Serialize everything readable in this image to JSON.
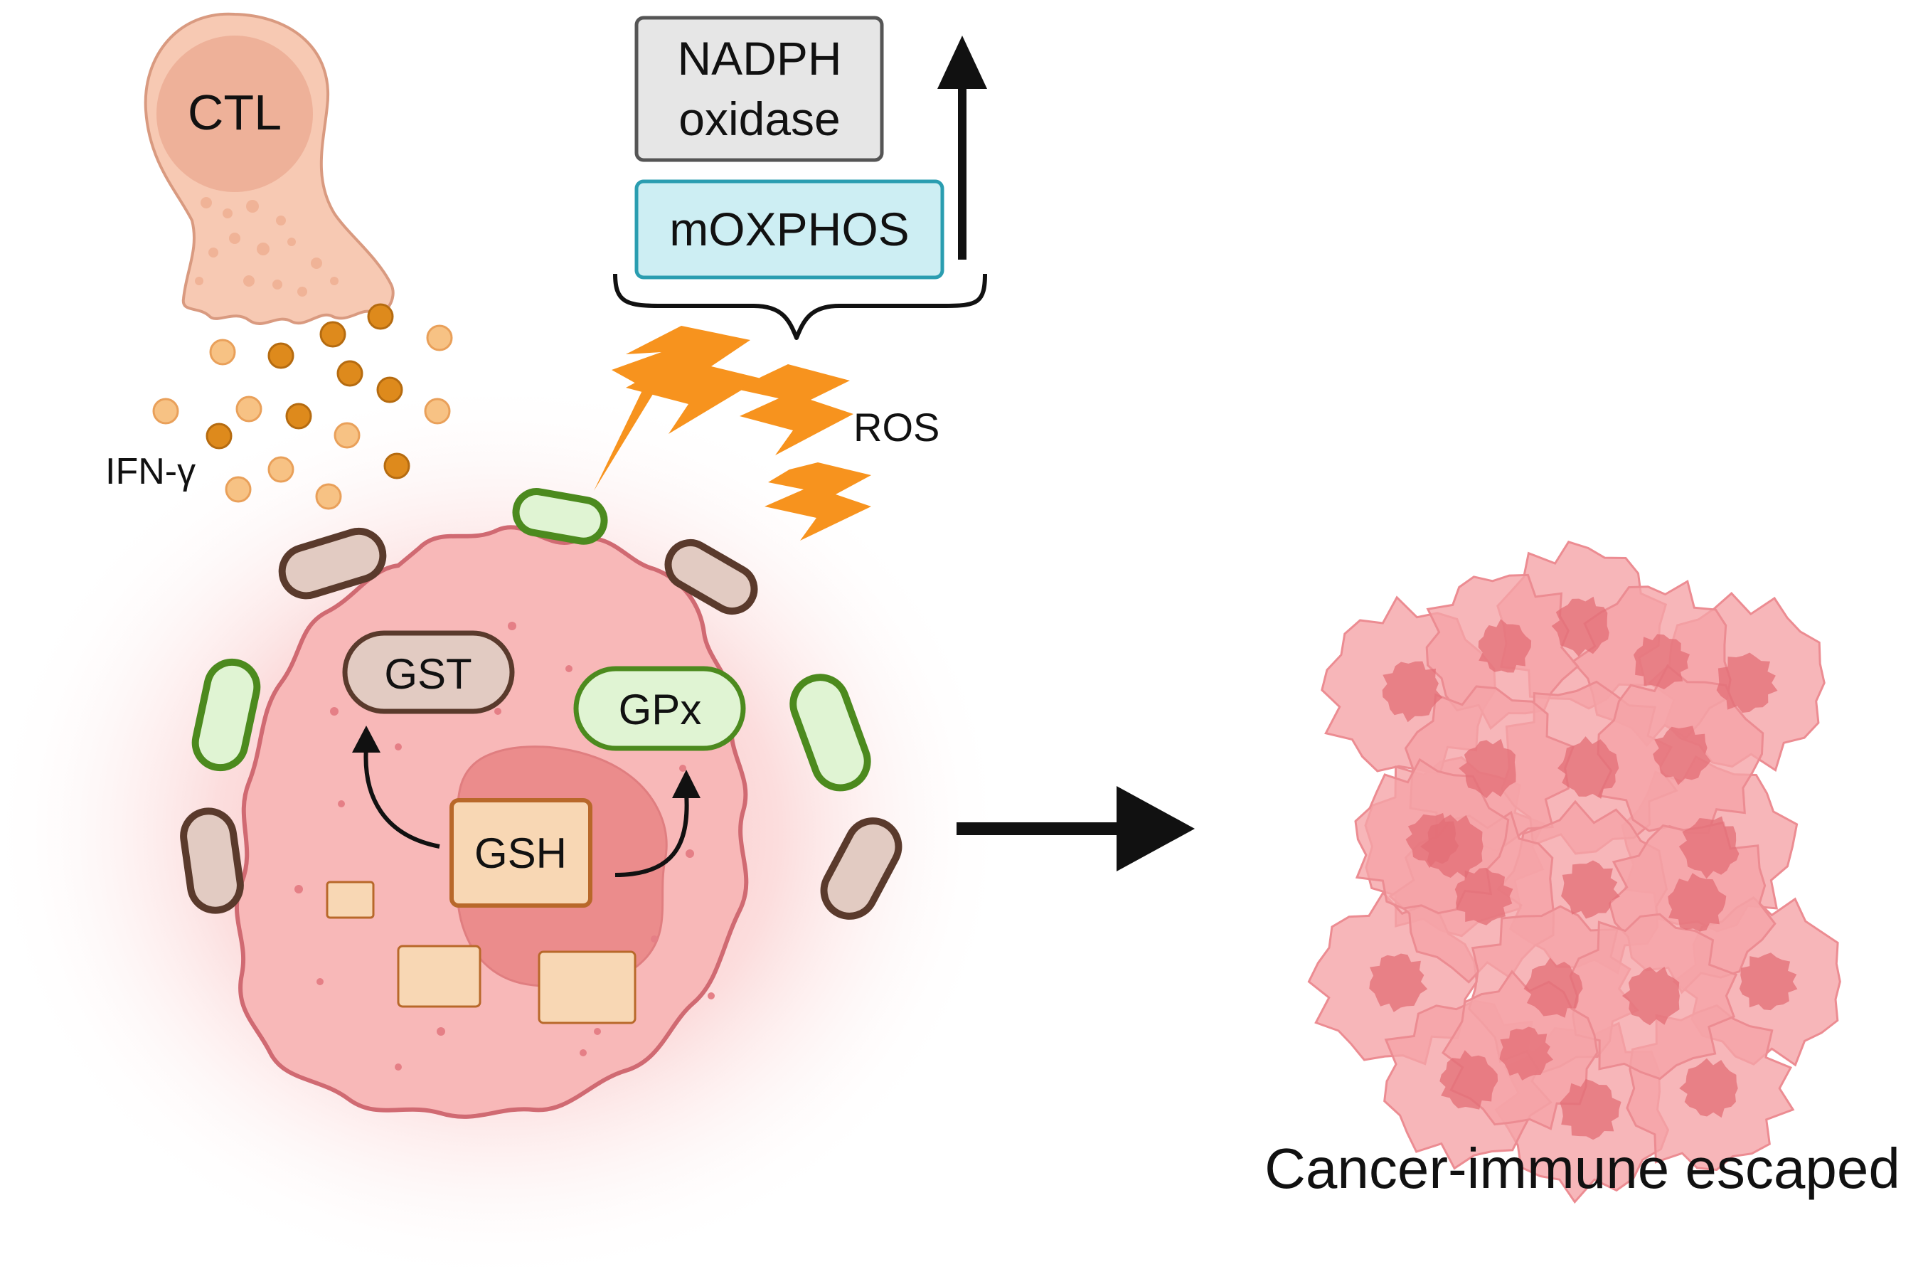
{
  "labels": {
    "ctl": "CTL",
    "ifn": "IFN-γ",
    "nadph": [
      "NADPH",
      "oxidase"
    ],
    "moxphos": "mOXPHOS",
    "ros": "ROS",
    "gst": "GST",
    "gpx": "GPx",
    "gsh": "GSH",
    "outcome": "Cancer-immune escaped"
  },
  "colors": {
    "ctl_body": "#f7c9b3",
    "ctl_outline": "#d99a80",
    "ctl_nucleus": "#e9a58c",
    "ifn_dark": "#de8a1c",
    "ifn_light": "#f7c284",
    "nadph_fill": "#e6e6e6",
    "nadph_stroke": "#555555",
    "moxphos_fill": "#cdeef3",
    "moxphos_stroke": "#2a9db0",
    "ros_bolt": "#f7931e",
    "cell_fill": "#f8b8b8",
    "cell_outline": "#d06a72",
    "nucleus_fill": "#eb8c8c",
    "green_organelle_fill": "#e0f4d3",
    "green_organelle_stroke": "#4c8a1e",
    "brown_organelle_fill": "#e2cbc2",
    "brown_organelle_stroke": "#5a3a2c",
    "gsh_fill": "#f8d7b4",
    "gsh_stroke": "#b8682a",
    "arrow": "#111111",
    "tumor_fill": "#f5a4a8",
    "tumor_nucleus": "#e36d75"
  }
}
